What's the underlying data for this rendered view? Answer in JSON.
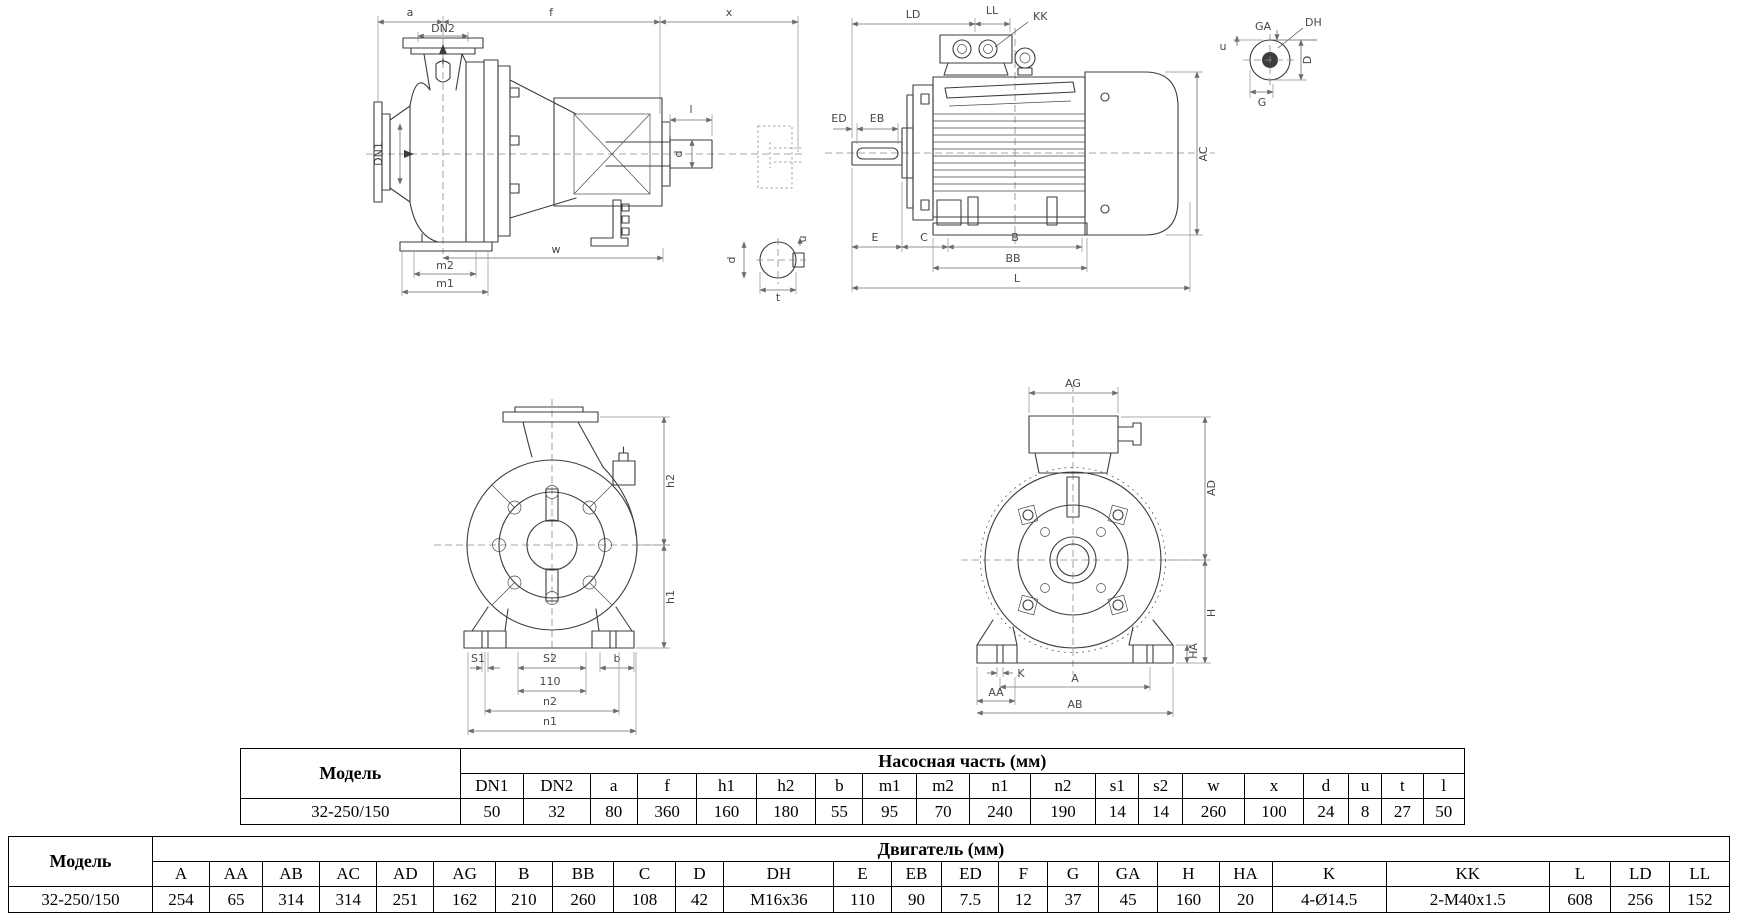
{
  "labels": {
    "pump_side": {
      "a": "a",
      "dn2": "DN2",
      "f": "f",
      "x": "x",
      "l": "l",
      "d": "d",
      "dn1": "DN1",
      "w": "w",
      "m2": "m2",
      "m1": "m1"
    },
    "shaft_detail": {
      "d": "d",
      "u": "u",
      "t": "t"
    },
    "motor_side": {
      "ld": "LD",
      "ll": "LL",
      "kk": "KK",
      "ed": "ED",
      "eb": "EB",
      "e": "E",
      "c": "C",
      "b": "B",
      "bb": "BB",
      "l": "L",
      "ac": "AC"
    },
    "shaft_section": {
      "u": "u",
      "ga": "GA",
      "dh": "DH",
      "d": "D",
      "g": "G"
    },
    "pump_front": {
      "h2": "h2",
      "h1": "h1",
      "s1": "S1",
      "s2": "S2",
      "dim110": "110",
      "b": "b",
      "n2": "n2",
      "n1": "n1"
    },
    "motor_front": {
      "ag": "AG",
      "ad": "AD",
      "h": "H",
      "ha": "HA",
      "k": "K",
      "a": "A",
      "aa": "AA",
      "ab": "AB"
    }
  },
  "pump_table": {
    "model_header": "Модель",
    "group_header": "Насосная часть (мм)",
    "columns": [
      "DN1",
      "DN2",
      "a",
      "f",
      "h1",
      "h2",
      "b",
      "m1",
      "m2",
      "n1",
      "n2",
      "s1",
      "s2",
      "w",
      "x",
      "d",
      "u",
      "t",
      "l"
    ],
    "rows": [
      {
        "model": "32-250/150",
        "values": [
          "50",
          "32",
          "80",
          "360",
          "160",
          "180",
          "55",
          "95",
          "70",
          "240",
          "190",
          "14",
          "14",
          "260",
          "100",
          "24",
          "8",
          "27",
          "50"
        ]
      }
    ]
  },
  "motor_table": {
    "model_header": "Модель",
    "group_header": "Двигатель (мм)",
    "columns": [
      "A",
      "AA",
      "AB",
      "AC",
      "AD",
      "AG",
      "B",
      "BB",
      "C",
      "D",
      "DH",
      "E",
      "EB",
      "ED",
      "F",
      "G",
      "GA",
      "H",
      "HA",
      "K",
      "KK",
      "L",
      "LD",
      "LL"
    ],
    "rows": [
      {
        "model": "32-250/150",
        "values": [
          "254",
          "65",
          "314",
          "314",
          "251",
          "162",
          "210",
          "260",
          "108",
          "42",
          "M16x36",
          "110",
          "90",
          "7.5",
          "12",
          "37",
          "45",
          "160",
          "20",
          "4-Ø14.5",
          "2-M40x1.5",
          "608",
          "256",
          "152"
        ]
      }
    ]
  }
}
